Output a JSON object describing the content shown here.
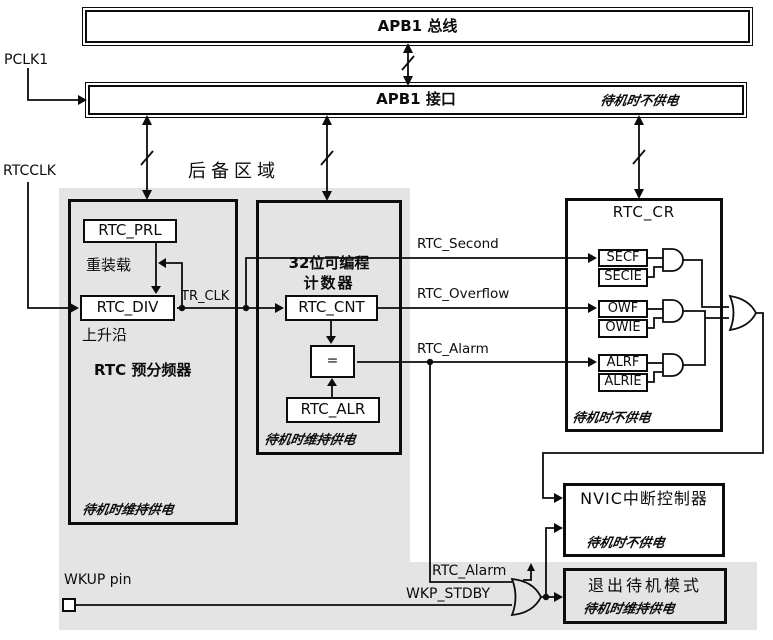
{
  "labels": {
    "pclk1": "PCLK1",
    "rtcclk": "RTCCLK",
    "backup_domain": "后备区域",
    "tr_clk": "TR_CLK",
    "wkup_pin": "WKUP pin",
    "rtc_alarm_wakeup": "RTC_Alarm",
    "wkp_stdby": "WKP_STDBY"
  },
  "apb1_bus": {
    "title": "APB1 总线"
  },
  "apb1_interface": {
    "title": "APB1 接口",
    "note": "待机时不供电"
  },
  "prescaler": {
    "rtc_prl": "RTC_PRL",
    "reload": "重装载",
    "rtc_div": "RTC_DIV",
    "rising_edge": "上升沿",
    "title": "RTC 预分频器",
    "note": "待机时维持供电"
  },
  "counter": {
    "title_line1": "32位可编程",
    "title_line2": "计数器",
    "rtc_cnt": "RTC_CNT",
    "comparator": "=",
    "rtc_alr": "RTC_ALR",
    "note": "待机时维持供电"
  },
  "signals": {
    "rtc_second": "RTC_Second",
    "rtc_overflow": "RTC_Overflow",
    "rtc_alarm": "RTC_Alarm"
  },
  "rtc_cr": {
    "title": "RTC_CR",
    "flags": [
      "SECF",
      "SECIE",
      "OWF",
      "OWIE",
      "ALRF",
      "ALRIE"
    ],
    "note": "待机时不供电"
  },
  "nvic": {
    "title": "NVIC中断控制器",
    "note": "待机时不供电"
  },
  "exit_standby": {
    "title": "退出待机模式",
    "note": "待机时维持供电"
  },
  "colors": {
    "backup_fill": "#e4e4e4",
    "line": "#0c0c0c",
    "box_fill": "#ffffff"
  }
}
